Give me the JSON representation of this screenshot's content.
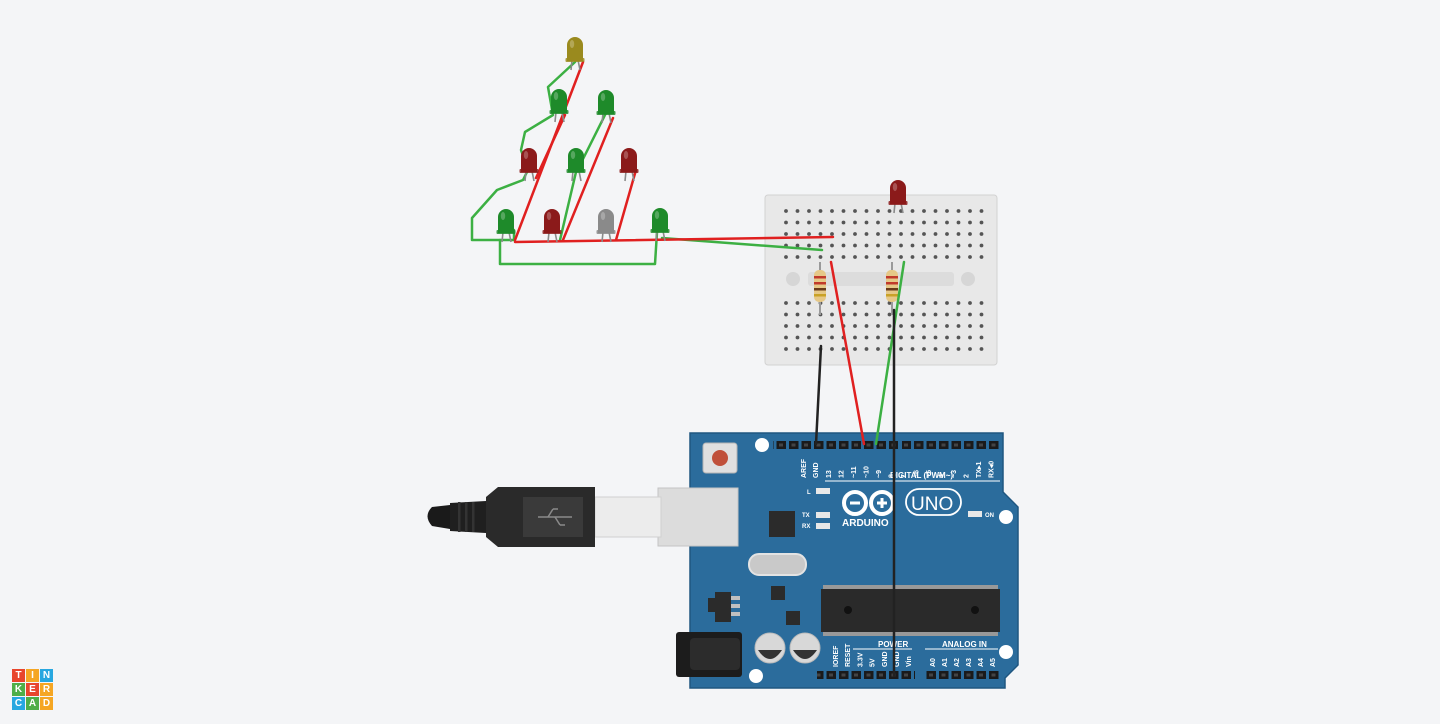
{
  "colors": {
    "background": "#f4f5f7",
    "board": "#2b6c9c",
    "board_edge": "#1f5680",
    "breadboard": "#e6e6e6",
    "wire_red": "#e02020",
    "wire_green": "#3cb043",
    "wire_black": "#222222",
    "led_green": "#1e8a2a",
    "led_red": "#8b1a1a",
    "led_yellow": "#9a8a1e",
    "led_gray": "#8a8a8a"
  },
  "board": {
    "aref": "AREF",
    "gnd": "GND",
    "pins_top": [
      "13",
      "12",
      "~11",
      "~10",
      "~9",
      "8",
      "7",
      "~6",
      "~5",
      "4",
      "~3",
      "2",
      "TX▸1",
      "RX◂0"
    ],
    "digital_label": "DIGITAL (PWM~)",
    "uno": "UNO",
    "arduino": "ARDUINO",
    "led_l": "L",
    "led_tx": "TX",
    "led_rx": "RX",
    "on": "ON",
    "power_label": "POWER",
    "analog_label": "ANALOG IN",
    "pins_power": [
      "IOREF",
      "RESET",
      "3.3V",
      "5V",
      "GND",
      "GND",
      "Vin"
    ],
    "pins_analog": [
      "A0",
      "A1",
      "A2",
      "A3",
      "A4",
      "A5"
    ]
  },
  "logo": {
    "letters": [
      "T",
      "I",
      "N",
      "K",
      "E",
      "R",
      "C",
      "A",
      "D"
    ],
    "colors": [
      "#e8452c",
      "#f5a623",
      "#27a7e0",
      "#4fae48",
      "#e8452c",
      "#f5a623",
      "#27a7e0",
      "#4fae48",
      "#f5a623"
    ]
  }
}
